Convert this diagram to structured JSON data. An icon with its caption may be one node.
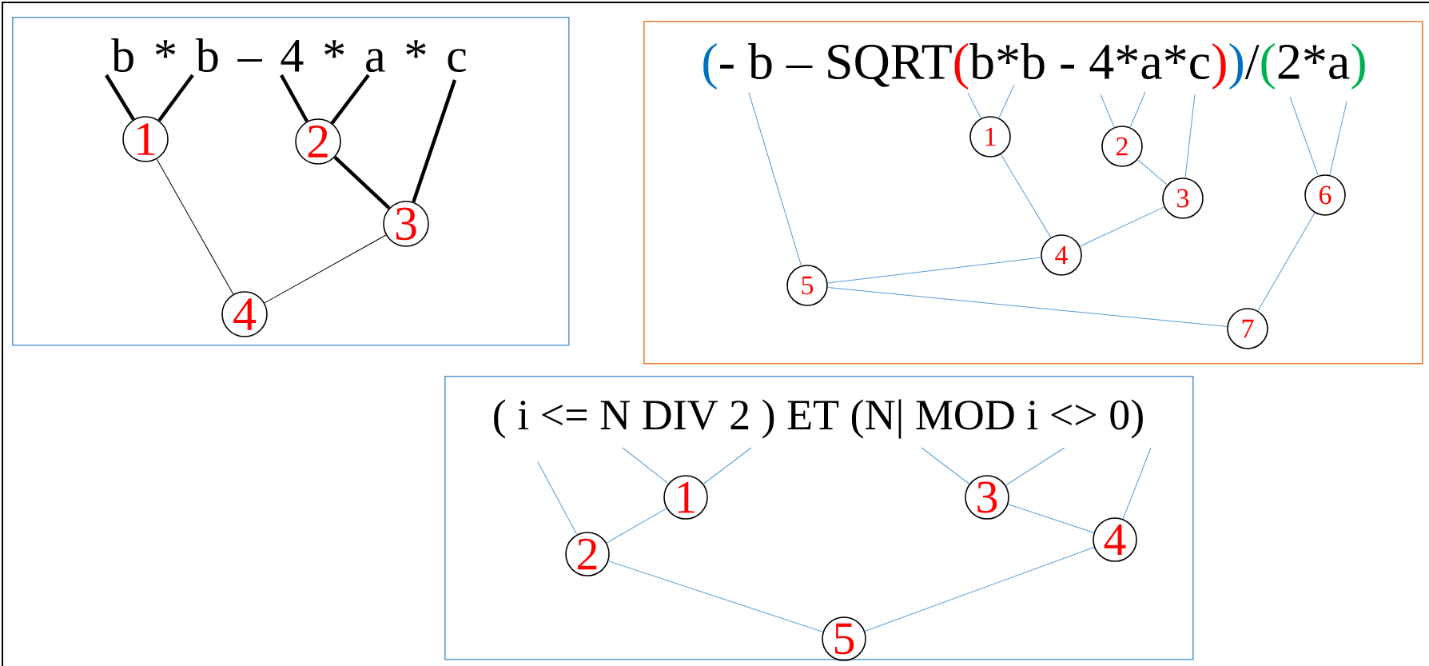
{
  "diagram": {
    "nodes": [
      {
        "text": [
          "b * b – 4 * a * c"
        ]
      },
      {
        "text": [
          "1"
        ],
        "in": 0
      },
      {
        "text": [
          "2"
        ],
        "in": 0
      },
      {
        "text": [
          "3"
        ],
        "in": 0
      },
      {
        "text": [
          "4"
        ],
        "in": 0
      },
      {
        "text": [
          "(",
          "- b – SQRT",
          "(",
          "b*b - 4*a*c",
          ")",
          ")",
          "/",
          "(",
          "2*a",
          ")"
        ]
      },
      {
        "text": [
          "1"
        ],
        "in": 5
      },
      {
        "text": [
          "2"
        ],
        "in": 5
      },
      {
        "text": [
          "3"
        ],
        "in": 5
      },
      {
        "text": [
          "4"
        ],
        "in": 5
      },
      {
        "text": [
          "5"
        ],
        "in": 5
      },
      {
        "text": [
          "6"
        ],
        "in": 5
      },
      {
        "text": [
          "7"
        ],
        "in": 5
      },
      {
        "text": [
          "( i <= N DIV 2 )  ET (N| MOD i <> 0)"
        ]
      },
      {
        "text": [
          "1"
        ],
        "in": 13
      },
      {
        "text": [
          "2"
        ],
        "in": 13
      },
      {
        "text": [
          "3"
        ],
        "in": 13
      },
      {
        "text": [
          "4"
        ],
        "in": 13
      },
      {
        "text": [
          "5"
        ],
        "in": 13
      }
    ],
    "edges": [
      {
        "from": null,
        "to": 1,
        "arrow": "none",
        "style": "thick",
        "color": "#000000"
      },
      {
        "from": null,
        "to": 1,
        "arrow": "none",
        "style": "thick",
        "color": "#000000"
      },
      {
        "from": null,
        "to": 2,
        "arrow": "none",
        "style": "thick",
        "color": "#000000"
      },
      {
        "from": null,
        "to": 2,
        "arrow": "none",
        "style": "thick",
        "color": "#000000"
      },
      {
        "from": null,
        "to": 3,
        "arrow": "none",
        "style": "thick",
        "color": "#000000"
      },
      {
        "from": 2,
        "to": 3,
        "arrow": "none",
        "style": "thick",
        "color": "#000000"
      },
      {
        "from": 1,
        "to": 4,
        "arrow": "none",
        "color": "#000000"
      },
      {
        "from": 3,
        "to": 4,
        "arrow": "none",
        "color": "#000000"
      },
      {
        "from": null,
        "to": 10,
        "arrow": "none"
      },
      {
        "from": null,
        "to": 6,
        "arrow": "none"
      },
      {
        "from": null,
        "to": 6,
        "arrow": "none"
      },
      {
        "from": null,
        "to": 7,
        "arrow": "none"
      },
      {
        "from": null,
        "to": 7,
        "arrow": "none"
      },
      {
        "from": null,
        "to": 8,
        "arrow": "none"
      },
      {
        "from": null,
        "to": 11,
        "arrow": "none"
      },
      {
        "from": null,
        "to": 11,
        "arrow": "none"
      },
      {
        "from": 6,
        "to": 9,
        "arrow": "none"
      },
      {
        "from": 7,
        "to": 8,
        "arrow": "none"
      },
      {
        "from": 8,
        "to": 9,
        "arrow": "none"
      },
      {
        "from": 9,
        "to": 10,
        "arrow": "none"
      },
      {
        "from": 10,
        "to": 12,
        "arrow": "none"
      },
      {
        "from": 11,
        "to": 12,
        "arrow": "none"
      },
      {
        "from": null,
        "to": 15,
        "arrow": "none"
      },
      {
        "from": null,
        "to": 14,
        "arrow": "none"
      },
      {
        "from": null,
        "to": 14,
        "arrow": "none"
      },
      {
        "from": null,
        "to": 16,
        "arrow": "none"
      },
      {
        "from": null,
        "to": 16,
        "arrow": "none"
      },
      {
        "from": null,
        "to": 17,
        "arrow": "none"
      },
      {
        "from": 14,
        "to": 15,
        "arrow": "none"
      },
      {
        "from": 15,
        "to": 18,
        "arrow": "none"
      },
      {
        "from": 16,
        "to": 17,
        "arrow": "none"
      },
      {
        "from": 17,
        "to": 18,
        "arrow": "none"
      }
    ]
  }
}
